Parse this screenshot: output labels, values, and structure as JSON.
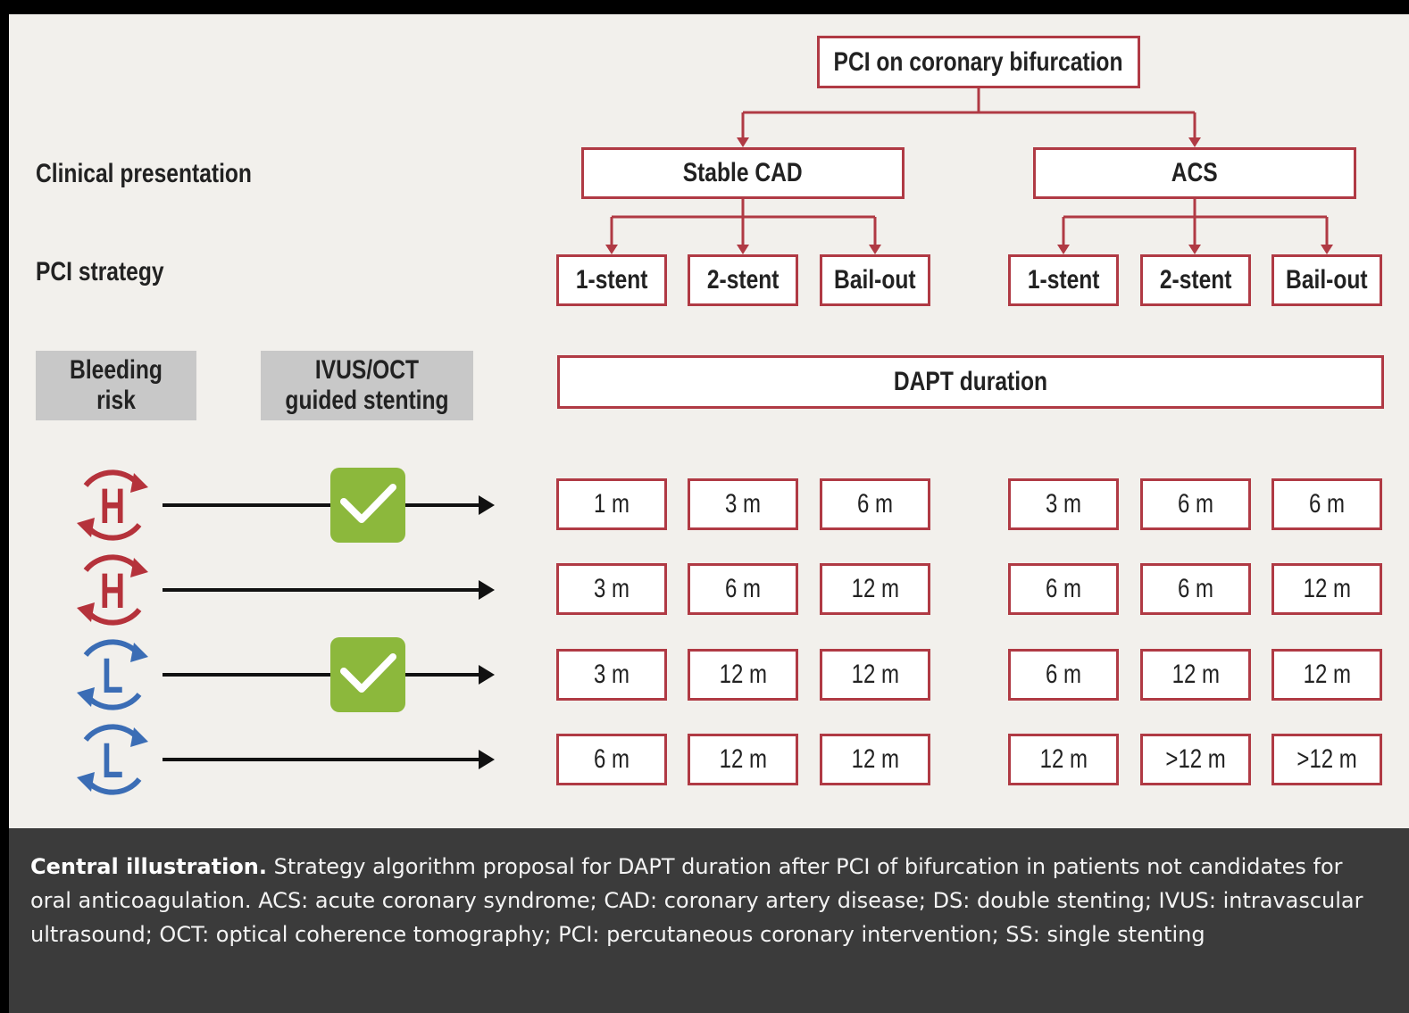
{
  "diagram": {
    "root": "PCI on coronary bifurcation",
    "row_labels": {
      "clinical": "Clinical presentation",
      "strategy": "PCI strategy"
    },
    "presentations": [
      "Stable CAD",
      "ACS"
    ],
    "strategies": [
      "1-stent",
      "2-stent",
      "Bail-out",
      "1-stent",
      "2-stent",
      "Bail-out"
    ],
    "headers": {
      "bleeding": "Bleeding risk",
      "ivus": "IVUS/OCT guided stenting"
    },
    "dapt_title": "DAPT duration",
    "rows": [
      {
        "risk": "H",
        "risk_color": "#b5323b",
        "ivus": true,
        "values": [
          "1 m",
          "3 m",
          "6 m",
          "3 m",
          "6 m",
          "6 m"
        ]
      },
      {
        "risk": "H",
        "risk_color": "#b5323b",
        "ivus": false,
        "values": [
          "3 m",
          "6 m",
          "12 m",
          "6 m",
          "6 m",
          "12 m"
        ]
      },
      {
        "risk": "L",
        "risk_color": "#3b6db5",
        "ivus": true,
        "values": [
          "3 m",
          "12 m",
          "12 m",
          "6 m",
          "12 m",
          "12 m"
        ]
      },
      {
        "risk": "L",
        "risk_color": "#3b6db5",
        "ivus": false,
        "values": [
          "6 m",
          "12 m",
          "12 m",
          "12 m",
          ">12 m",
          ">12 m"
        ]
      }
    ],
    "colors": {
      "box_border": "#b03a44",
      "check_green": "#8cb83c",
      "panel": "#f2f0ec"
    }
  },
  "caption": {
    "bold": "Central illustration.",
    "text": " Strategy algorithm proposal for DAPT duration after PCI of bifurcation in patients not candidates for oral anticoagulation. ACS: acute coronary syndrome; CAD: coronary artery disease; DS: double stenting; IVUS: intravascular ultrasound; OCT: optical coherence tomography; PCI: percutaneous coronary intervention; SS: single stenting"
  }
}
